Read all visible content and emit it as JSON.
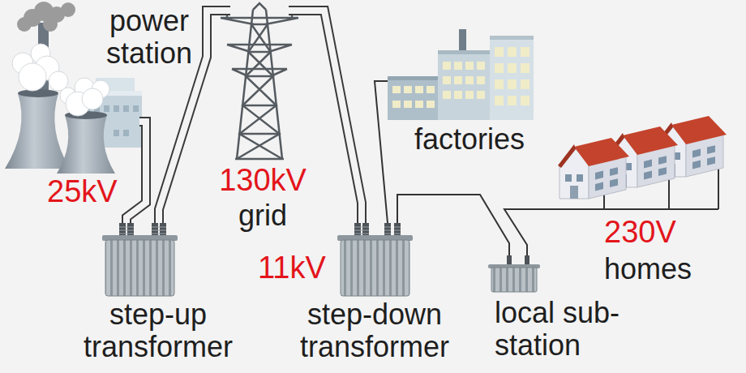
{
  "diagram": {
    "nodes": [
      {
        "text": [
          "power station"
        ]
      },
      {
        "text": [
          "step-up transformer"
        ]
      },
      {
        "text": [
          "130kV",
          "grid"
        ]
      },
      {
        "text": [
          "11kV",
          "step-down transformer"
        ]
      },
      {
        "text": [
          "factories"
        ]
      },
      {
        "text": [
          "local sub-station"
        ]
      },
      {
        "text": [
          "230V",
          "homes"
        ]
      }
    ],
    "edges": [
      {
        "from": 0,
        "to": 1,
        "arrow": "none"
      },
      {
        "from": 1,
        "to": 2,
        "arrow": "none"
      },
      {
        "from": 2,
        "to": 3,
        "arrow": "none"
      },
      {
        "from": 3,
        "to": 4,
        "arrow": "none"
      },
      {
        "from": 3,
        "to": 5,
        "arrow": "none"
      },
      {
        "from": 5,
        "to": 6,
        "arrow": "none"
      }
    ],
    "labels": [
      "25kV"
    ]
  }
}
